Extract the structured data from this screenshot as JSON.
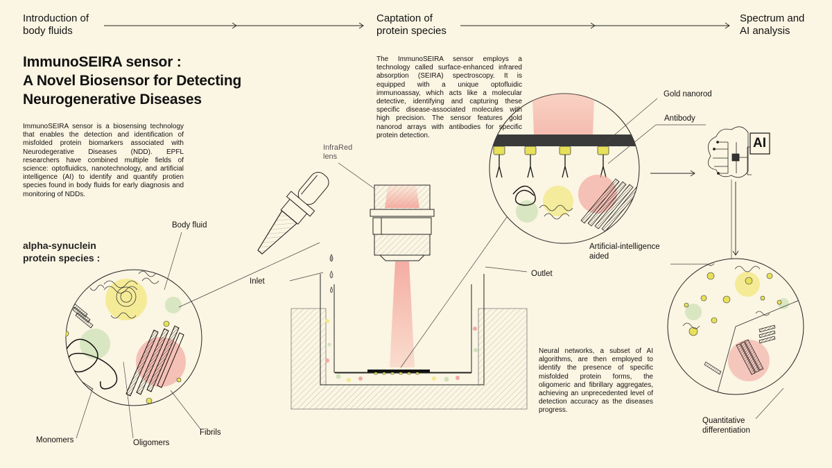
{
  "steps": {
    "step1": "Introduction of\nbody fluids",
    "step2": "Captation of\nprotein species",
    "step3": "Spectrum and\nAI analysis"
  },
  "header": {
    "title_line1": "ImmunoSEIRA sensor :",
    "title_line2": "A Novel Biosensor for Detecting",
    "title_line3": "Neurogenerative Diseases"
  },
  "intro_text": "ImmunoSEIRA sensor is a biosensing technology that enables the detection and identification of misfolded protein biomarkers associated with Neurodegerative Diseases (NDD). EPFL researchers have combined multiple fields of science: optofluidics, nanotechnology, and artificial intelligence (AI) to identify and quantify protien species found in body fluids for early diagnosis and monitoring of NDDs.",
  "sensor_text": "The ImmunoSEIRA sensor employs a technology called surface-enhanced infrared absorption (SEIRA) spectroscopy. It is equipped with a unique optofluidic immunoassay, which acts like a molecular detective, identifying and capturing these specific disease-associated molecules with high precision. The sensor features gold nanorod arrays with antibodies for specific protein detection.",
  "neural_text": "Neural networks, a subset of AI algorithms, are then employed to identify the presence of specific misfolded protein forms, the oligomeric and fibrillary aggregates, achieving an unprecedented level of detection accuracy as the diseases progress.",
  "subtitle": "alpha-synuclein\nprotein species :",
  "labels": {
    "body_fluid": "Body fluid",
    "monomers": "Monomers",
    "oligomers": "Oligomers",
    "fibrils": "Fibrils",
    "infrared_lens": "InfraRed\nlens",
    "inlet": "Inlet",
    "outlet": "Outlet",
    "gold_nanorod": "Gold nanorod",
    "antibody": "Antibody",
    "ai_aided": "Artificial-intelligence\naided",
    "ai_badge": "AI",
    "quantitative": "Quantitative\ndifferentiation"
  },
  "colors": {
    "background": "#fbf5e3",
    "ink": "#111111",
    "yellow_highlight": "#f3e98a",
    "pink_highlight": "#f2a9a1",
    "green_highlight": "#cfe2b8",
    "beam": "#f6b6ae",
    "gold": "#e7e05a"
  }
}
